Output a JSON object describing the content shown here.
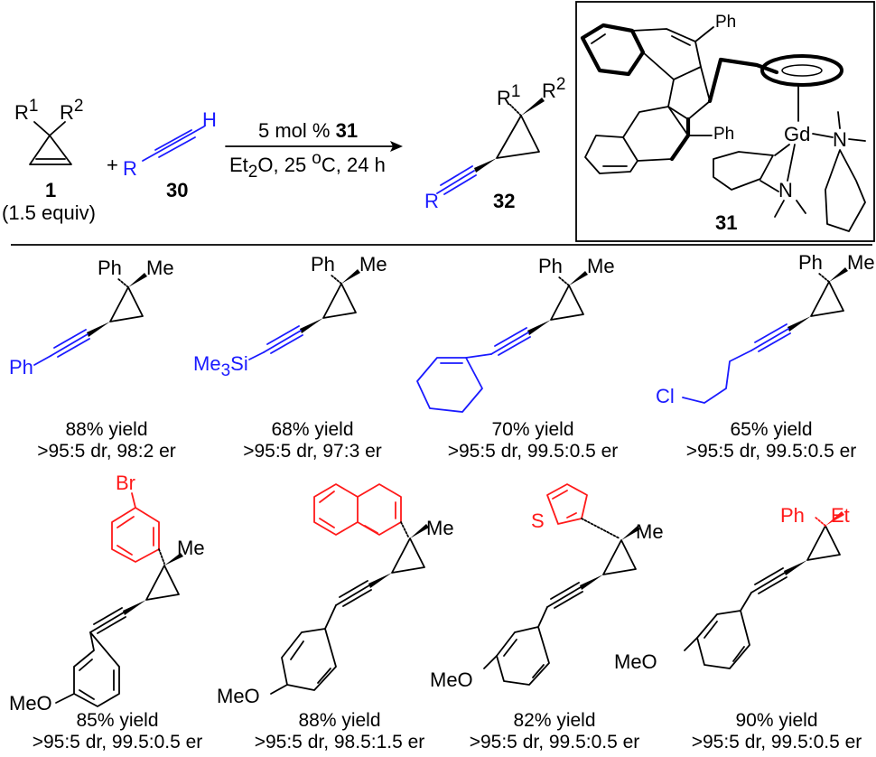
{
  "reaction": {
    "reactant1": {
      "r1": "R",
      "r1_sup": "1",
      "r2": "R",
      "r2_sup": "2",
      "number": "1",
      "equiv": "(1.5 equiv)"
    },
    "plus": "+",
    "reactant2": {
      "r": "R",
      "h": "H",
      "number": "30"
    },
    "conditions": {
      "line1_prefix": "5 mol % ",
      "line1_catalyst": "31",
      "line2_a": "Et",
      "line2_sub": "2",
      "line2_b": "O, 25 ",
      "line2_sup": "o",
      "line2_c": "C, 24 h"
    },
    "product": {
      "r1": "R",
      "r1_sup": "1",
      "r2": "R",
      "r2_sup": "2",
      "r": "R",
      "number": "32"
    },
    "catalyst": {
      "ph_top": "Ph",
      "ph_mid": "Ph",
      "metal": "Gd",
      "n1": "N",
      "n2": "N",
      "number": "31"
    }
  },
  "products_row1": [
    {
      "ph": "Ph",
      "me": "Me",
      "r_label": "Ph",
      "yield": "88% yield",
      "selectivity": ">95:5 dr, 98:2 er"
    },
    {
      "ph": "Ph",
      "me": "Me",
      "r_label_a": "Me",
      "r_label_sub": "3",
      "r_label_b": "Si",
      "yield": "68% yield",
      "selectivity": ">95:5 dr, 97:3 er"
    },
    {
      "ph": "Ph",
      "me": "Me",
      "yield": "70% yield",
      "selectivity": ">95:5 dr, 99.5:0.5 er"
    },
    {
      "ph": "Ph",
      "me": "Me",
      "r_label": "Cl",
      "yield": "65% yield",
      "selectivity": ">95:5 dr, 99.5:0.5 er"
    }
  ],
  "products_row2": [
    {
      "top_label": "Br",
      "me": "Me",
      "ome": "MeO",
      "yield": "85% yield",
      "selectivity": ">95:5 dr, 99.5:0.5 er"
    },
    {
      "me": "Me",
      "ome": "MeO",
      "yield": "88% yield",
      "selectivity": ">95:5 dr, 98.5:1.5 er"
    },
    {
      "s_label": "S",
      "me": "Me",
      "ome": "MeO",
      "yield": "82% yield",
      "selectivity": ">95:5 dr, 99.5:0.5 er"
    },
    {
      "ph": "Ph",
      "et": "Et",
      "ome": "MeO",
      "yield": "90% yield",
      "selectivity": ">95:5 dr, 99.5:0.5 er"
    }
  ],
  "colors": {
    "scope_r_group": "#1a1aff",
    "scope_aryl_group": "#ff1a1a",
    "structure": "#000000"
  }
}
